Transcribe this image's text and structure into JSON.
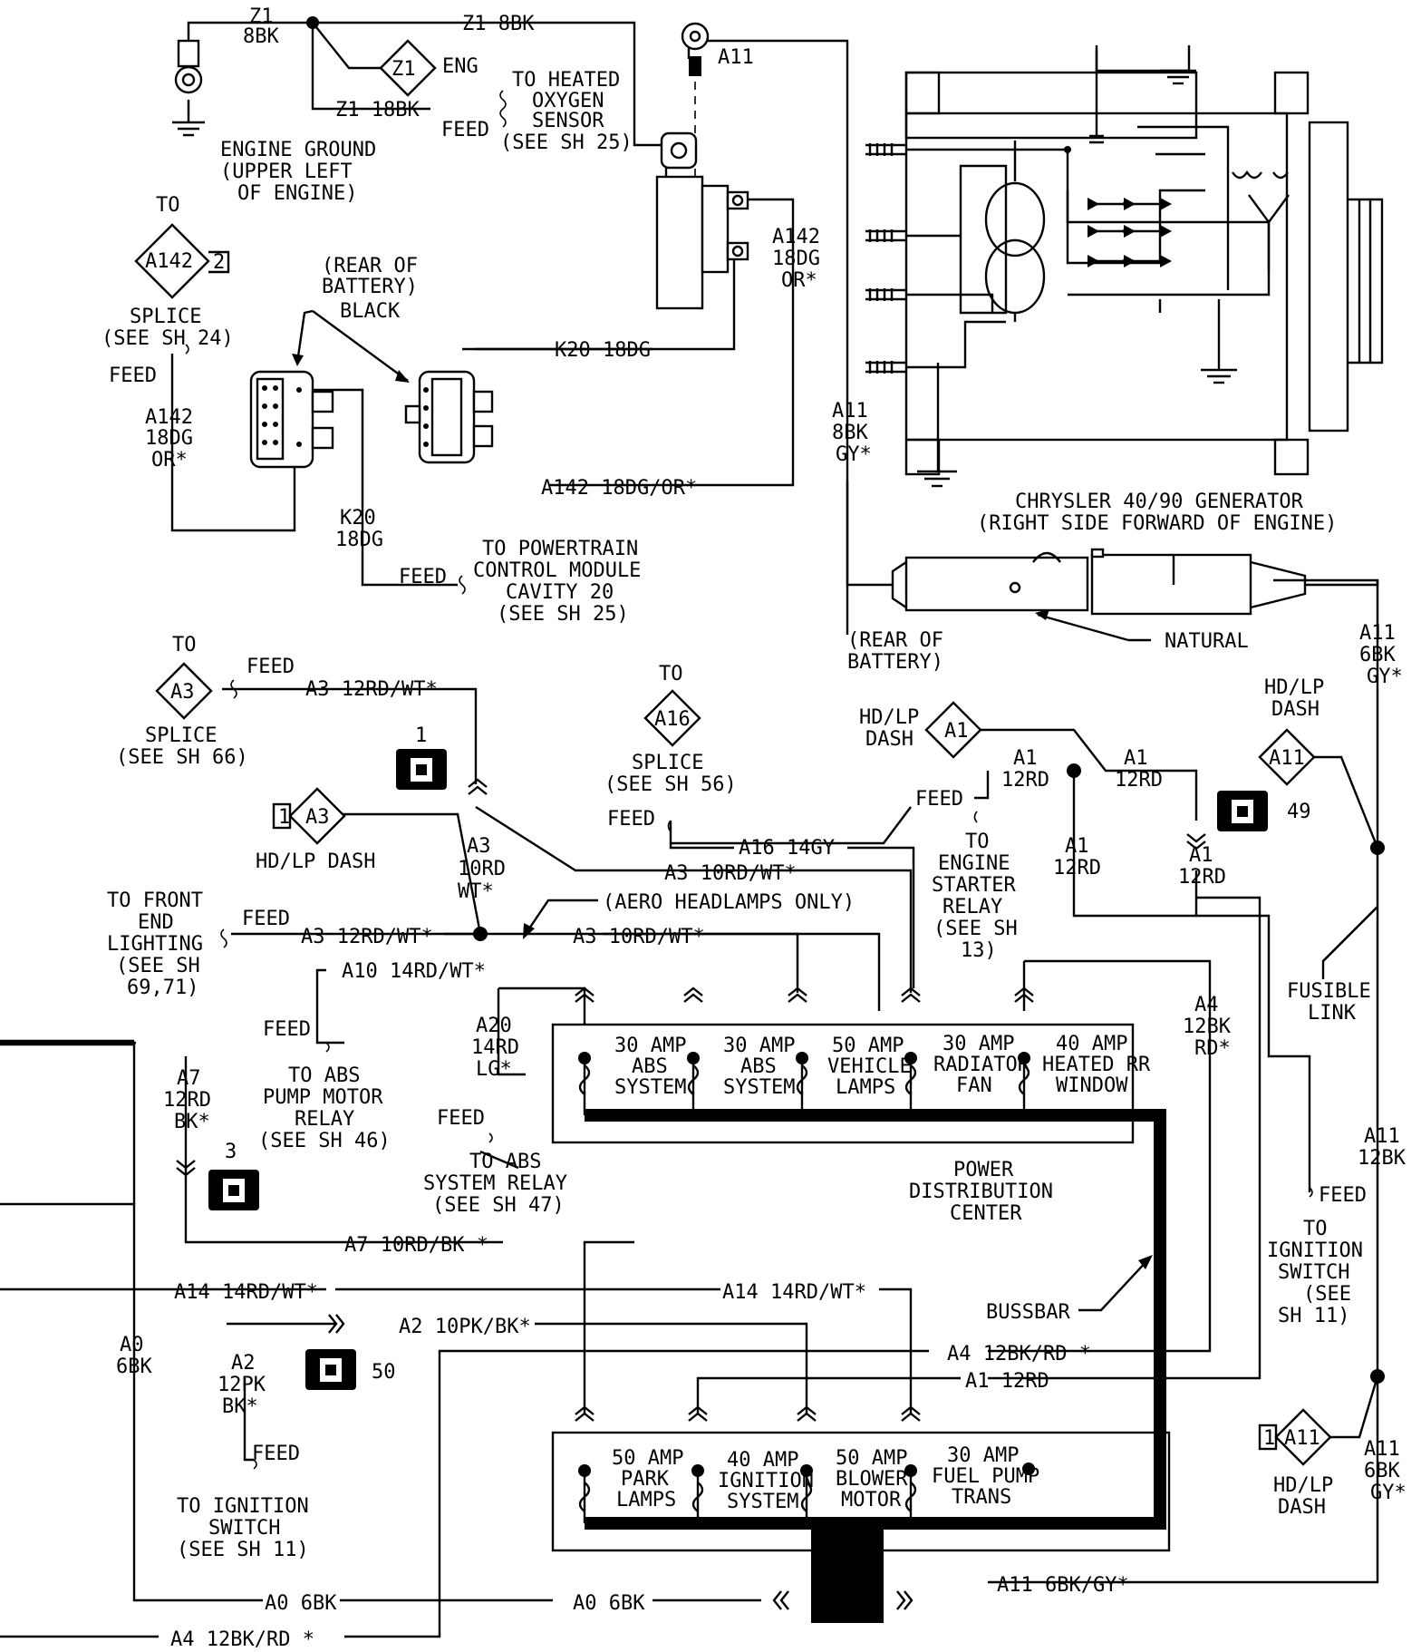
{
  "ground_eyelet": {
    "top": "Z1",
    "bottom": "8BK"
  },
  "z1_main": "Z1 8BK",
  "z1_feed": "Z1 18BK",
  "a11_top": "A11",
  "eng_diamond": {
    "code": "Z1",
    "label": "ENG"
  },
  "o2_feed": "FEED",
  "heated_o2": [
    "TO HEATED",
    "OXYGEN",
    "SENSOR",
    "(SEE SH 25)"
  ],
  "engine_ground": [
    "ENGINE GROUND",
    "(UPPER LEFT",
    "OF ENGINE)"
  ],
  "to_top": "TO",
  "splice_a142": {
    "code": "A142",
    "pin": "2",
    "label": "SPLICE",
    "sheet": "(SEE SH 24)"
  },
  "feed_a142": "FEED",
  "wire_a142_left": [
    "A142",
    "18DG",
    "OR*"
  ],
  "rear_battery_black": [
    "(REAR OF",
    "BATTERY)",
    "BLACK"
  ],
  "k20_horizontal": "K20 18DG",
  "a142_horizontal": "A142 18DG/OR*",
  "wire_a142_right": [
    "A142",
    "18DG",
    "OR*"
  ],
  "wire_k20_vertical": [
    "K20",
    "18DG"
  ],
  "feed_pcm": "FEED",
  "pcm_label": [
    "TO POWERTRAIN",
    "CONTROL MODULE",
    "CAVITY 20",
    "(SEE SH 25)"
  ],
  "wire_a11_8bk": [
    "A11",
    "8BK",
    "GY*"
  ],
  "generator_label": [
    "CHRYSLER 40/90 GENERATOR",
    "(RIGHT SIDE FORWARD OF ENGINE)"
  ],
  "rear_battery_2": [
    "(REAR OF",
    "BATTERY)"
  ],
  "natural": "NATURAL",
  "wire_a11_6bk_top": [
    "A11",
    "6BK",
    "GY*"
  ],
  "to_a3": "TO",
  "splice_a3": {
    "code": "A3",
    "label": "SPLICE",
    "sheet": "(SEE SH 66)"
  },
  "feed_a3": "FEED",
  "a3_12rd_top": "A3 12RD/WT*",
  "conn_1": "1",
  "hdlp_a3": {
    "pin": "1",
    "code": "A3",
    "label": "HD/LP DASH"
  },
  "wire_a3_10rd": [
    "A3",
    "10RD",
    "WT*"
  ],
  "a3_10rd_upper": "A3 10RD/WT*",
  "aero_headlamps": "(AERO HEADLAMPS ONLY)",
  "front_end": [
    "TO FRONT",
    "END",
    "LIGHTING",
    "(SEE SH",
    "69,71)"
  ],
  "feed_front_end": "FEED",
  "a3_12rd_mid": "A3 12RD/WT*",
  "a3_10rd_mid": "A3 10RD/WT*",
  "a10_wire": "A10 14RD/WT*",
  "feed_abs_pump": "FEED",
  "abs_pump": [
    "TO ABS",
    "PUMP MOTOR",
    "RELAY",
    "(SEE SH 46)"
  ],
  "to_a16": "TO",
  "splice_a16": {
    "code": "A16",
    "label": "SPLICE",
    "sheet": "(SEE SH 56)"
  },
  "feed_a16": "FEED",
  "a16_wire": "A16 14GY",
  "hdlp_a1": {
    "label": [
      "HD/LP",
      "DASH"
    ],
    "code": "A1"
  },
  "a1_12rd_left": [
    "A1",
    "12RD"
  ],
  "a1_12rd_right": [
    "A1",
    "12RD"
  ],
  "feed_starter": "FEED",
  "starter_relay": [
    "TO",
    "ENGINE",
    "STARTER",
    "RELAY",
    "(SEE SH",
    "13)"
  ],
  "a1_12rd_down": [
    "A1",
    "12RD"
  ],
  "a1_12rd_down2": [
    "A1",
    "12RD"
  ],
  "conn_49": "49",
  "hdlp_a11_top": {
    "label": [
      "HD/LP",
      "DASH"
    ],
    "code": "A11"
  },
  "fusible_link": [
    "FUSIBLE",
    "LINK"
  ],
  "wire_a20": [
    "A20",
    "14RD",
    "LG*"
  ],
  "feed_abs_relay": "FEED",
  "abs_relay": [
    "TO ABS",
    "SYSTEM RELAY",
    "(SEE SH 47)"
  ],
  "wire_a7": [
    "A7",
    "12RD",
    "BK*"
  ],
  "conn_3": "3",
  "wire_a4_right": [
    "A4",
    "12BK",
    "RD*"
  ],
  "pdc_top_fuses": [
    {
      "amp": "30 AMP",
      "l1": "ABS",
      "l2": "SYSTEM"
    },
    {
      "amp": "30 AMP",
      "l1": "ABS",
      "l2": "SYSTEM"
    },
    {
      "amp": "50 AMP",
      "l1": "VEHICLE",
      "l2": "LAMPS"
    },
    {
      "amp": "30 AMP",
      "l1": "RADIATOR",
      "l2": "FAN"
    },
    {
      "amp": "40 AMP",
      "l1": "HEATED RR",
      "l2": "WINDOW"
    }
  ],
  "pdc_label": [
    "POWER",
    "DISTRIBUTION",
    "CENTER"
  ],
  "a7_horizontal": "A7 10RD/BK *",
  "a14_left": "A14 14RD/WT*",
  "a14_right": "A14 14RD/WT*",
  "bussbar": "BUSSBAR",
  "a2_horizontal": "A2 10PK/BK*",
  "a4_horizontal": "A4 12BK/RD *",
  "a1_horizontal": "A1 12RD",
  "wire_a0": [
    "A0",
    "6BK"
  ],
  "wire_a2": [
    "A2",
    "12PK",
    "BK*"
  ],
  "conn_50": "50",
  "feed_ign_left": "FEED",
  "ign_left": [
    "TO IGNITION",
    "SWITCH",
    "(SEE SH 11)"
  ],
  "pdc_bottom_fuses": [
    {
      "amp": "50 AMP",
      "l1": "PARK",
      "l2": "LAMPS"
    },
    {
      "amp": "40 AMP",
      "l1": "IGNITION",
      "l2": "SYSTEM"
    },
    {
      "amp": "50 AMP",
      "l1": "BLOWER",
      "l2": "MOTOR"
    },
    {
      "amp": "30 AMP",
      "l1": "FUEL PUMP",
      "l2": "TRANS"
    }
  ],
  "wire_a11_12bk": [
    "A11",
    "12BK"
  ],
  "feed_ign_right": "FEED",
  "ign_right": [
    "TO",
    "IGNITION",
    "SWITCH",
    "(SEE",
    "SH 11)"
  ],
  "hdlp_a11_bottom": {
    "pin": "1",
    "code": "A11",
    "label": [
      "HD/LP",
      "DASH"
    ]
  },
  "wire_a11_6bk_bottom": [
    "A11",
    "6BK",
    "GY*"
  ],
  "a0_left": "A0 6BK",
  "a0_right": "A0 6BK",
  "a11_bottom": "A11 6BK/GY*",
  "a4_bottom": "A4 12BK/RD *"
}
